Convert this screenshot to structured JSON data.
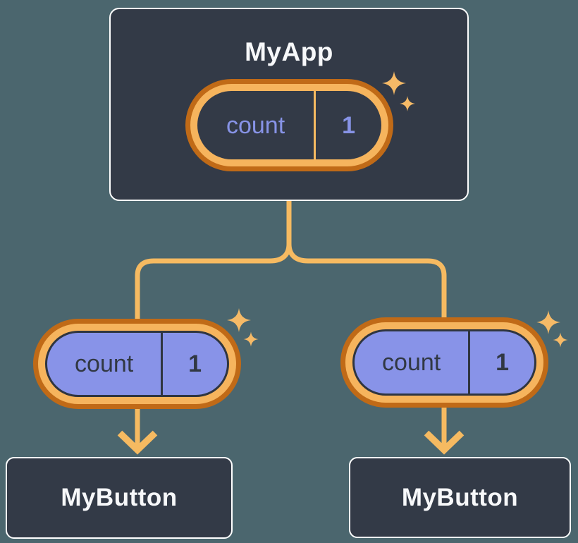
{
  "diagram": {
    "type": "component-tree",
    "nodes": {
      "root": {
        "title": "MyApp",
        "pill": {
          "label": "count",
          "value": "1"
        }
      },
      "children": [
        {
          "title": "MyButton",
          "pill": {
            "label": "count",
            "value": "1"
          }
        },
        {
          "title": "MyButton",
          "pill": {
            "label": "count",
            "value": "1"
          }
        }
      ]
    },
    "icons": {
      "sparkle": "four-point-star"
    },
    "palette": {
      "background": "#4B666E",
      "node_fill": "#333A47",
      "node_border": "#FFFFFF",
      "node_text": "#F7F8FA",
      "connector": "#F6BA61",
      "pill_ring_outer": "#C06A17",
      "pill_ring_inner": "#F6B45D",
      "pill_fill_dark": "#333A47",
      "pill_fill_purple": "#8893E8",
      "pill_text_purple": "#8793E6",
      "pill_text_dark": "#313843",
      "pill_outline_dark": "#2F3540",
      "sparkle": "#F6BA67"
    }
  }
}
